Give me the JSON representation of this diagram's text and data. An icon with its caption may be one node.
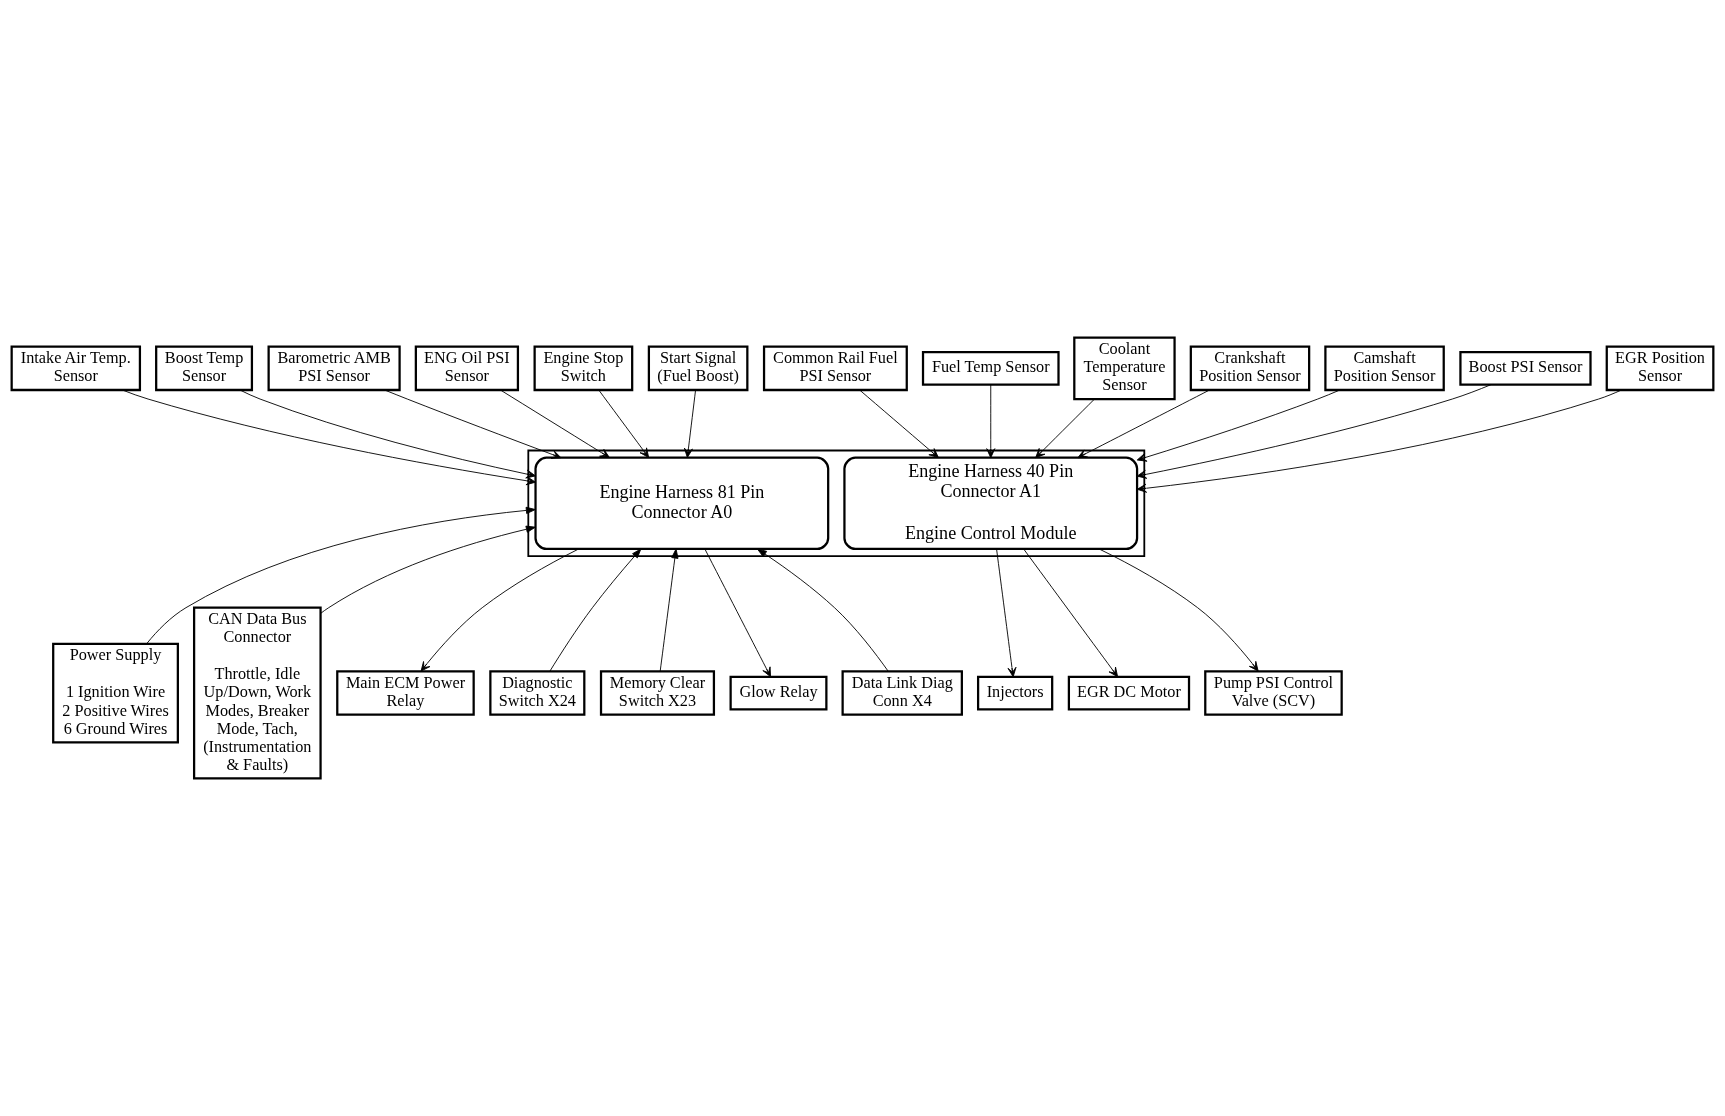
{
  "diagram": {
    "nodes": [
      {
        "text": [],
        "shape": "box"
      },
      {
        "text": [
          "Engine Harness 40 Pin Connector A1",
          "Engine Control Module"
        ],
        "in": 0
      },
      {
        "text": [
          "Engine Harness 81 Pin Connector A0"
        ],
        "in": 0
      },
      {
        "text": [
          "Common Rail Fuel PSI Sensor"
        ]
      },
      {
        "text": [
          "Fuel Temp Sensor"
        ]
      },
      {
        "text": [
          "Coolant Temperature Sensor"
        ]
      },
      {
        "text": [
          "Intake Air Temp. Sensor"
        ]
      },
      {
        "text": [
          "Boost Temp Sensor"
        ]
      },
      {
        "text": [
          "Barometric AMB PSI Sensor"
        ]
      },
      {
        "text": [
          "ENG Oil PSI Sensor"
        ]
      },
      {
        "text": [
          "Engine Stop Switch"
        ]
      },
      {
        "text": [
          "Crankshaft Position Sensor"
        ]
      },
      {
        "text": [
          "Camshaft Position Sensor"
        ]
      },
      {
        "text": [
          "Boost PSI Sensor"
        ]
      },
      {
        "text": [
          "EGR Position Sensor"
        ]
      },
      {
        "text": [
          "Start Signal (Fuel Boost)"
        ]
      },
      {
        "text": [
          "Power Supply",
          "1 Ignition Wire 2 Positive Wires 6 Ground Wires"
        ]
      },
      {
        "text": [
          "CAN Data Bus Connector",
          "Throttle, Idle Up/Down, Work Modes, Breaker Mode, Tach, (Instrumentation & Faults)"
        ]
      },
      {
        "text": [
          "Pump PSI Control Valve (SCV)"
        ]
      },
      {
        "text": [
          "Injectors"
        ]
      },
      {
        "text": [
          "Main ECM Power Relay"
        ]
      },
      {
        "text": [
          "Diagnostic Switch X24"
        ]
      },
      {
        "text": [
          "Memory Clear Switch X23"
        ]
      },
      {
        "text": [
          "EGR DC Motor"
        ]
      },
      {
        "text": [
          "Glow Relay"
        ]
      },
      {
        "text": [
          "Data Link Diag Conn X4"
        ]
      }
    ],
    "edges": [
      {
        "from": 3,
        "to": 1,
        "arrow": "to"
      },
      {
        "from": 11,
        "to": 1,
        "arrow": "to"
      },
      {
        "from": 4,
        "to": 1,
        "arrow": "to"
      },
      {
        "from": 12,
        "to": 1,
        "arrow": "to"
      },
      {
        "from": 5,
        "to": 1,
        "arrow": "to"
      },
      {
        "from": 13,
        "to": 1,
        "arrow": "to"
      },
      {
        "from": 14,
        "to": 1,
        "arrow": "to"
      },
      {
        "from": 6,
        "to": 2,
        "arrow": "to"
      },
      {
        "from": 7,
        "to": 2,
        "arrow": "to"
      },
      {
        "from": 8,
        "to": 2,
        "arrow": "to"
      },
      {
        "from": 9,
        "to": 2,
        "arrow": "to"
      },
      {
        "from": 10,
        "to": 2,
        "arrow": "to"
      },
      {
        "from": 15,
        "to": 2,
        "arrow": "to"
      },
      {
        "from": 16,
        "to": 2,
        "arrow": "to"
      },
      {
        "from": 17,
        "to": 2,
        "arrow": "to"
      },
      {
        "from": 1,
        "to": 18,
        "arrow": "to"
      },
      {
        "from": 1,
        "to": 23,
        "arrow": "to"
      },
      {
        "from": 1,
        "to": 19,
        "arrow": "to"
      },
      {
        "from": 2,
        "to": 20,
        "arrow": "to"
      },
      {
        "from": 2,
        "to": 24,
        "arrow": "to"
      },
      {
        "from": 21,
        "to": 2,
        "arrow": "to"
      },
      {
        "from": 25,
        "to": 2,
        "arrow": "to"
      },
      {
        "from": 22,
        "to": 2,
        "arrow": "to"
      }
    ]
  }
}
